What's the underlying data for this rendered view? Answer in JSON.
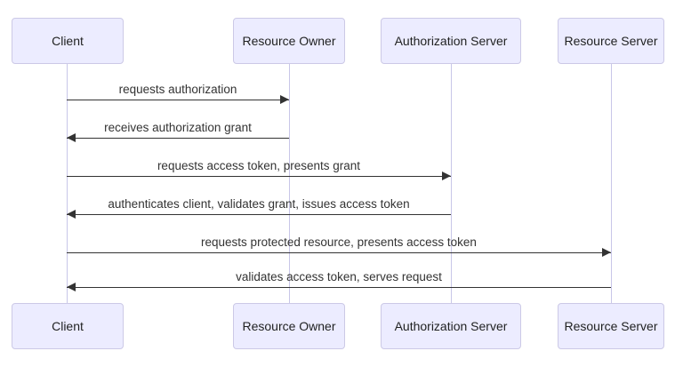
{
  "diagram": {
    "type": "sequence-diagram",
    "colors": {
      "background": "#ffffff",
      "actor_fill": "#ececff",
      "actor_border": "#ccc9e6",
      "actor_text": "#1f2020",
      "lifeline": "#c8c6e8",
      "message_line": "#333333",
      "message_text": "#333333"
    },
    "actors": [
      {
        "label": "Client"
      },
      {
        "label": "Resource Owner"
      },
      {
        "label": "Authorization Server"
      },
      {
        "label": "Resource Server"
      }
    ],
    "messages": [
      {
        "text": "requests authorization",
        "from": "Client",
        "to": "Resource Owner",
        "direction": "right"
      },
      {
        "text": "receives authorization grant",
        "from": "Resource Owner",
        "to": "Client",
        "direction": "left"
      },
      {
        "text": "requests access token, presents grant",
        "from": "Client",
        "to": "Authorization Server",
        "direction": "right"
      },
      {
        "text": "authenticates client, validates grant, issues access token",
        "from": "Authorization Server",
        "to": "Client",
        "direction": "left"
      },
      {
        "text": "requests protected resource, presents access token",
        "from": "Client",
        "to": "Resource Server",
        "direction": "right"
      },
      {
        "text": "validates access token, serves request",
        "from": "Resource Server",
        "to": "Client",
        "direction": "left"
      }
    ]
  }
}
